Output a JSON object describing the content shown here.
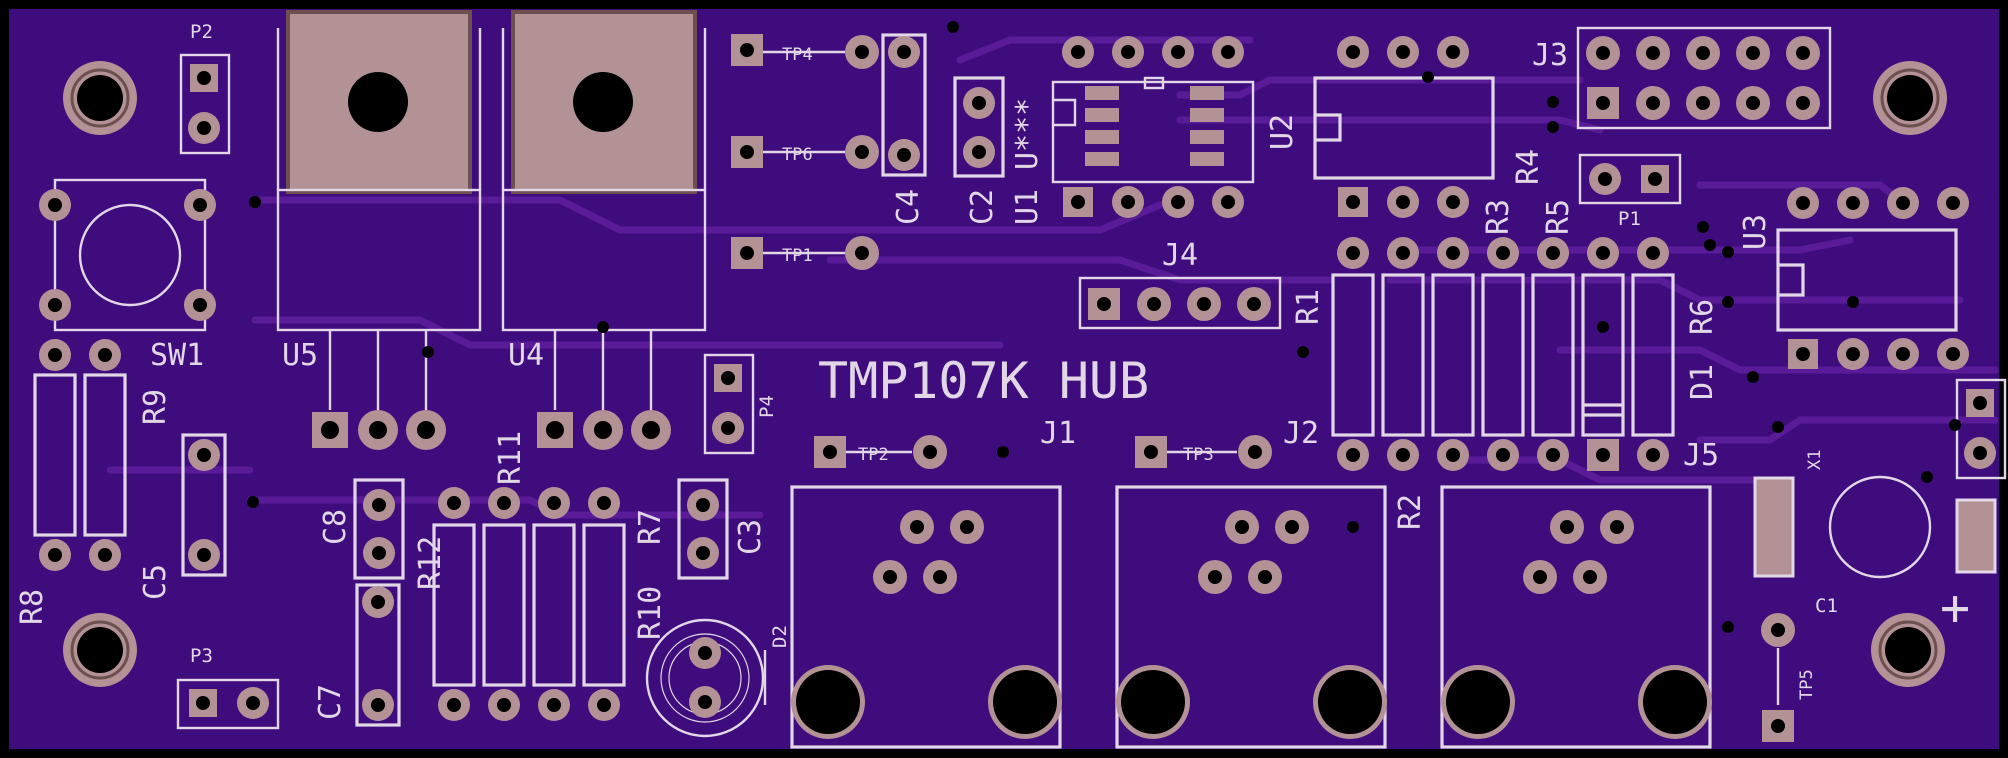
{
  "board": {
    "title": "TMP107K HUB",
    "colors": {
      "board": "#3f0c7e",
      "silk": "#E1D7E6",
      "pad": "#b39295",
      "trace": "#5a1b98",
      "edge": "#000000"
    }
  },
  "refs": {
    "P2": "P2",
    "P3": "P3",
    "P1": "P1",
    "P4": "P4",
    "SW1": "SW1",
    "R8": "R8",
    "R9": "R9",
    "C5": "C5",
    "U5": "U5",
    "U4": "U4",
    "C8": "C8",
    "C7": "C7",
    "R11": "R11",
    "R12": "R12",
    "R10": "R10",
    "R7": "R7",
    "C3": "C3",
    "D2": "D2",
    "TP4": "TP4",
    "TP6": "TP6",
    "TP1": "TP1",
    "TP2": "TP2",
    "TP3": "TP3",
    "TP5": "TP5",
    "C4": "C4",
    "C2": "C2",
    "U1": "U1",
    "Ustar": "U***",
    "U2": "U2",
    "J4": "J4",
    "R1": "R1",
    "J1": "J1",
    "J2": "J2",
    "J5": "J5",
    "J3": "J3",
    "R4": "R4",
    "R3": "R3",
    "R5": "R5",
    "R6": "R6",
    "U3": "U3",
    "D1": "D1",
    "R2": "R2",
    "X1": "X1",
    "C1": "C1",
    "plus": "+"
  }
}
